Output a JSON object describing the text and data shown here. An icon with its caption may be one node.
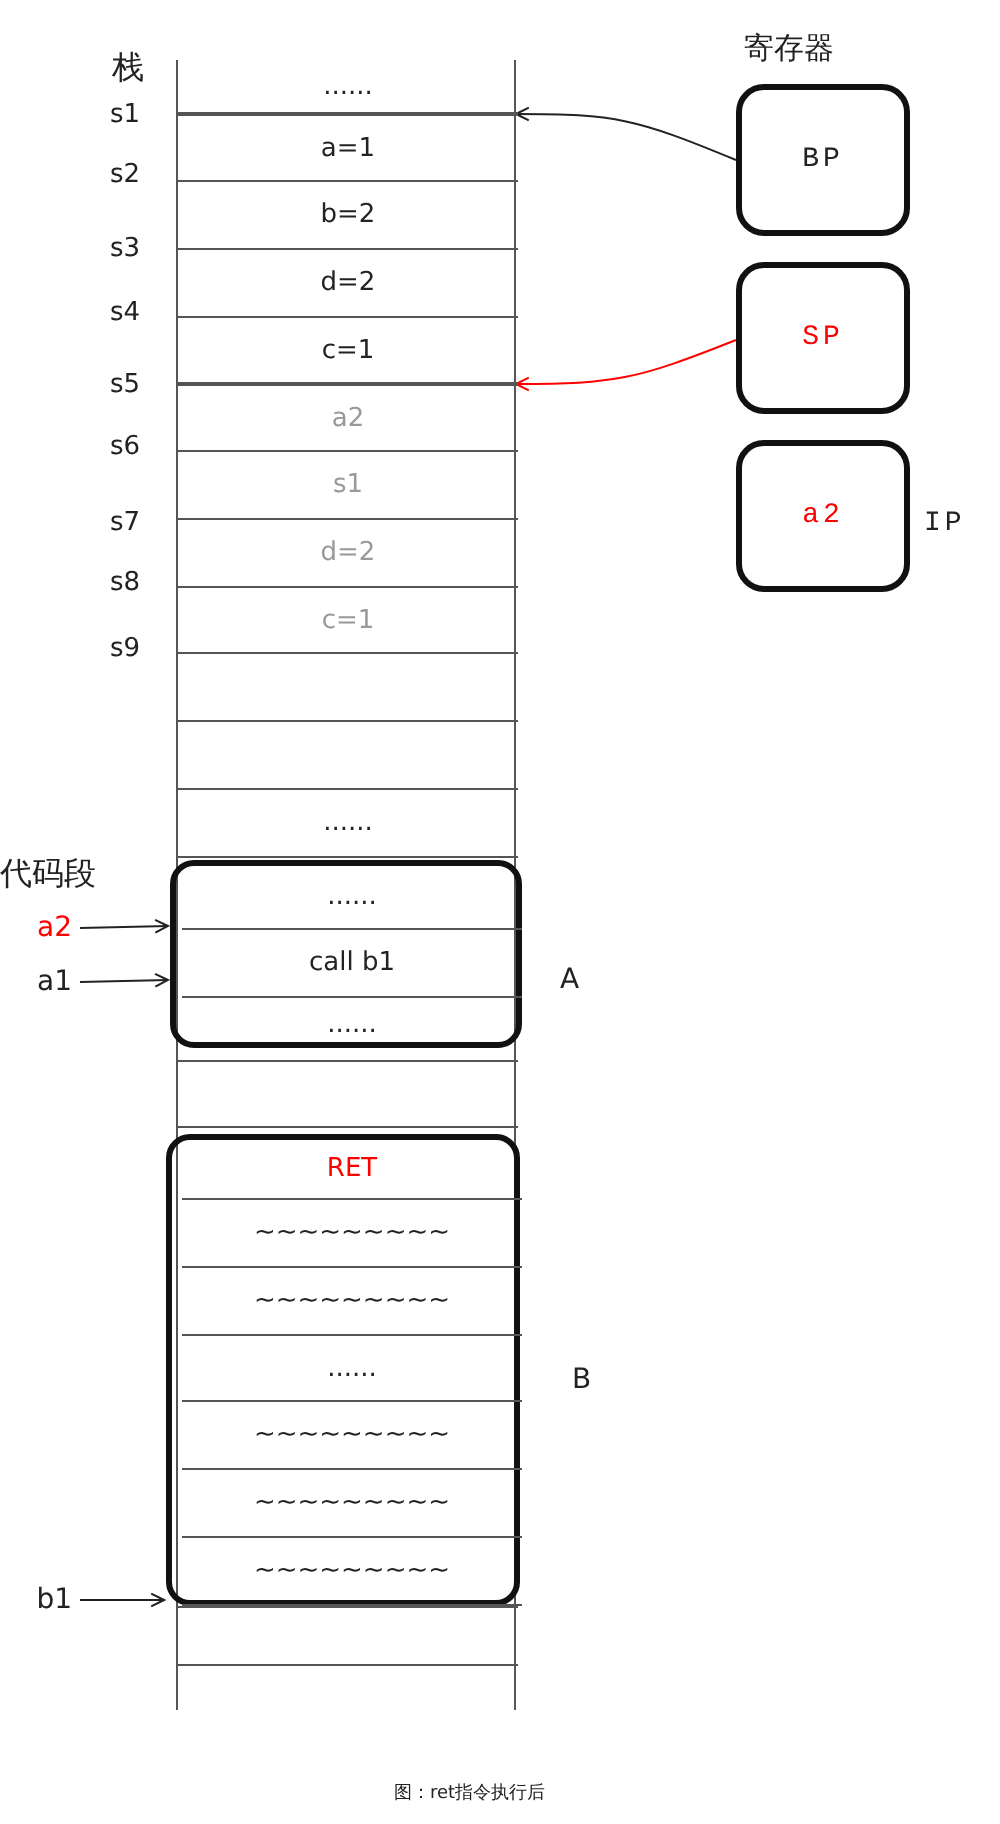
{
  "diagram": {
    "caption": "图：ret指令执行后",
    "nodes": [
      {
        "text": [
          "栈"
        ]
      },
      {
        "text": [
          "......"
        ],
        "in": 0
      },
      {
        "text": [
          "a=1"
        ],
        "in": 0
      },
      {
        "text": [
          "b=2"
        ],
        "in": 0
      },
      {
        "text": [
          "d=2"
        ],
        "in": 0
      },
      {
        "text": [
          "c=1"
        ],
        "in": 0
      },
      {
        "text": [
          "a2"
        ],
        "in": 0
      },
      {
        "text": [
          "s1"
        ],
        "in": 0
      },
      {
        "text": [
          "d=2"
        ],
        "in": 0
      },
      {
        "text": [
          "c=1"
        ],
        "in": 0
      },
      {
        "text": [],
        "shape": "box",
        "in": 0
      },
      {
        "text": [],
        "shape": "box",
        "in": 0
      },
      {
        "text": [
          "......"
        ],
        "in": 0
      },
      {
        "text": [],
        "shape": "box",
        "in": 0,
        "beside": [
          "A"
        ]
      },
      {
        "text": [
          "......"
        ],
        "in": 13
      },
      {
        "text": [
          "call b1"
        ],
        "in": 13
      },
      {
        "text": [
          "......"
        ],
        "in": 13
      },
      {
        "text": [],
        "shape": "box",
        "in": 0
      },
      {
        "text": [],
        "shape": "box",
        "in": 0,
        "beside": [
          "B"
        ]
      },
      {
        "text": [
          "RET"
        ],
        "in": 18
      },
      {
        "text": [
          "~~~~~~~~~"
        ],
        "in": 18
      },
      {
        "text": [
          "~~~~~~~~~"
        ],
        "in": 18
      },
      {
        "text": [
          "......"
        ],
        "in": 18
      },
      {
        "text": [
          "~~~~~~~~~"
        ],
        "in": 18
      },
      {
        "text": [
          "~~~~~~~~~"
        ],
        "in": 18
      },
      {
        "text": [
          "~~~~~~~~~"
        ],
        "in": 18
      },
      {
        "text": [],
        "shape": "box",
        "in": 0
      },
      {
        "text": [
          "BP"
        ]
      },
      {
        "text": [
          "SP"
        ]
      },
      {
        "text": [
          "a2"
        ],
        "beside": [
          "IP"
        ]
      },
      {
        "text": [
          "a2"
        ]
      },
      {
        "text": [
          "a1"
        ]
      },
      {
        "text": [
          "b1"
        ]
      }
    ],
    "edges": [
      {
        "from": 27,
        "to": 0,
        "arrow": "to"
      },
      {
        "from": 28,
        "to": 0,
        "arrow": "to",
        "color": "#ff0000"
      },
      {
        "from": 30,
        "to": 13,
        "arrow": "to"
      },
      {
        "from": 31,
        "to": 13,
        "arrow": "to"
      },
      {
        "from": 32,
        "to": 18,
        "arrow": "to"
      }
    ],
    "labels": [
      "寄存器",
      "s1",
      "s2",
      "s3",
      "s4",
      "s5",
      "s6",
      "s7",
      "s8",
      "s9",
      "代码段"
    ]
  }
}
